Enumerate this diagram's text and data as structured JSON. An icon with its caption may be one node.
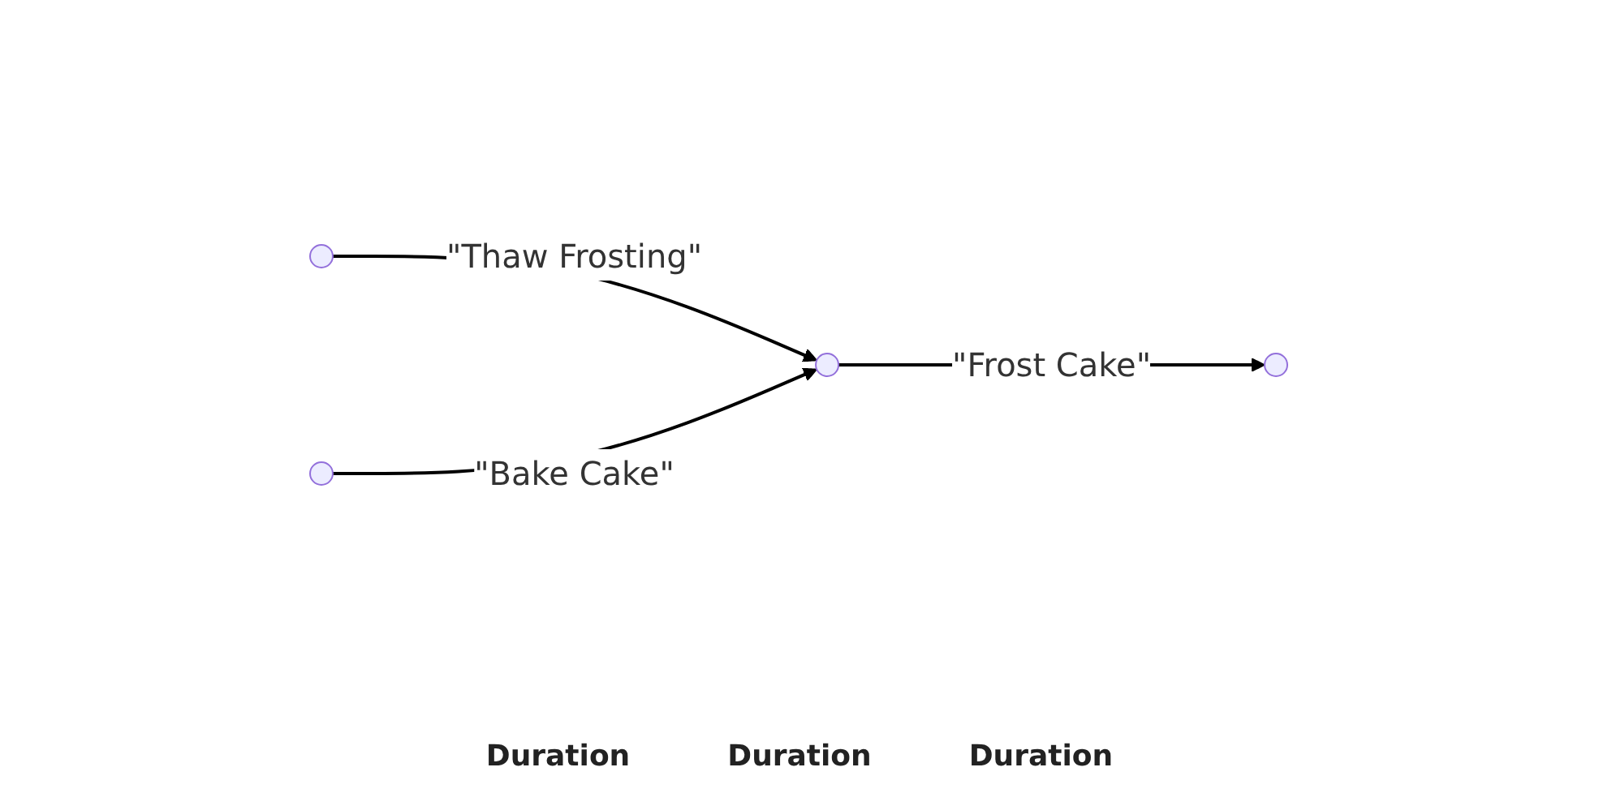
{
  "diagram": {
    "nodes": [
      {
        "text": [],
        "shape": "point"
      },
      {
        "text": [],
        "shape": "point"
      },
      {
        "text": [],
        "shape": "point"
      },
      {
        "text": [],
        "shape": "point"
      }
    ],
    "edges": [
      {
        "from": 0,
        "to": 2,
        "arrow": "to",
        "label": "\"Thaw Frosting\""
      },
      {
        "from": 1,
        "to": 2,
        "arrow": "to",
        "label": "\"Bake Cake\""
      },
      {
        "from": 2,
        "to": 3,
        "arrow": "to",
        "label": "\"Frost Cake\""
      }
    ],
    "labels": [
      "Duration",
      "Duration",
      "Duration"
    ]
  }
}
